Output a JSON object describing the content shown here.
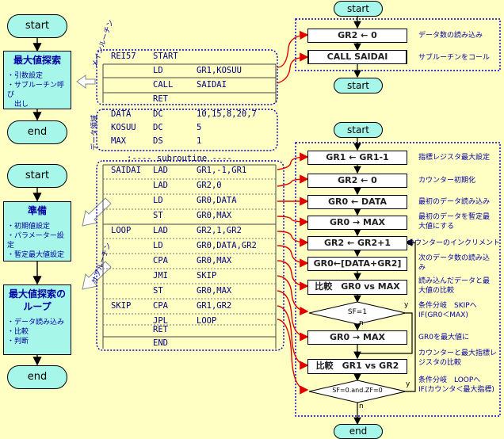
{
  "left_flow": {
    "start1": "start",
    "box1_title": "最大値探索",
    "box1_items": [
      "・引数設定",
      "・サブルーチン呼び",
      "　出し"
    ],
    "end1": "end",
    "start2": "start",
    "box2_title": "準備",
    "box2_items": [
      "・初期値設定",
      "・パラメーター設定",
      "・暫定最大値設定"
    ],
    "box3_title": [
      "最大値探索の",
      "ループ"
    ],
    "box3_items": [
      "・データ読み込み",
      "・比較",
      "・判断"
    ],
    "end2": "end"
  },
  "side_labels": {
    "main": "メインルーチン",
    "data": "データ領域",
    "sub": "サブルーチン"
  },
  "code_main": [
    [
      "REI57",
      "START",
      ""
    ],
    [
      "",
      "LD",
      "GR1,KOSUU"
    ],
    [
      "",
      "CALL",
      "SAIDAI"
    ],
    [
      "",
      "RET",
      ""
    ]
  ],
  "code_data": [
    [
      "DATA",
      "DC",
      "10,15,8,20,7"
    ],
    [
      "KOSUU",
      "DC",
      "5"
    ],
    [
      "MAX",
      "DS",
      "1"
    ]
  ],
  "sub_header": ";---- subroutine ----",
  "code_sub": [
    [
      "SAIDAI",
      "LAD",
      "GR1,-1,GR1"
    ],
    [
      "",
      "LAD",
      "GR2,0"
    ],
    [
      "",
      "LD",
      "GR0,DATA"
    ],
    [
      "",
      "ST",
      "GR0,MAX"
    ],
    [
      "LOOP",
      "LAD",
      "GR2,1,GR2"
    ],
    [
      "",
      "LD",
      "GR0,DATA,GR2"
    ],
    [
      "",
      "CPA",
      "GR0,MAX"
    ],
    [
      "",
      "JMI",
      "SKIP"
    ],
    [
      "",
      "ST",
      "GR0,MAX"
    ],
    [
      "SKIP",
      "CPA",
      "GR1,GR2"
    ],
    [
      "",
      "JPL",
      "LOOP"
    ],
    [
      "",
      "RET",
      ""
    ],
    [
      "",
      "END",
      ""
    ]
  ],
  "right_flow_top": {
    "start": "start",
    "p1": "GR2 ← 0",
    "p1_note": "データ数の読み込み",
    "p2": "CALL SAIDAI",
    "p2_note": "サブルーチンをコール",
    "end": "start"
  },
  "right_flow_sub": {
    "start": "start",
    "steps": [
      {
        "label": "GR1 ← GR1-1",
        "note": [
          "指標レジスタ最大設定"
        ]
      },
      {
        "label": "GR2 ← 0",
        "note": [
          "カウンター初期化"
        ]
      },
      {
        "label": "GR0 ← DATA",
        "note": [
          "最初のデータ読み込み"
        ]
      },
      {
        "label": "GR0 → MAX",
        "note": [
          "最初のデータを暫定最",
          "大値にする"
        ]
      },
      {
        "label": "GR2 ← GR2+1",
        "note": [
          "カウンターのインクリメント"
        ]
      },
      {
        "label": "GR0←[DATA+GR2]",
        "note": [
          "次のデータ数の読み込",
          "み"
        ]
      },
      {
        "label": "比較　GR0 vs MAX",
        "note": [
          "読み込んだデータと最",
          "大値の比較"
        ]
      }
    ],
    "d1": "SF=1",
    "d1_note": [
      "条件分岐　SKIPへ",
      "IF(GR0＜MAX)"
    ],
    "p_store": "GR0 → MAX",
    "p_store_note": [
      "GR0を最大値に"
    ],
    "p_cmp2": "比較　GR1 vs GR2",
    "p_cmp2_note": [
      "カウンターと最大指標レ",
      "ジスタの比較"
    ],
    "d2": "SF=0.and.ZF=0",
    "d2_note": [
      "条件分岐　LOOPへ",
      "IF(カウンタ＜最大指標)"
    ],
    "yes": "y",
    "no": "n",
    "end": "end"
  },
  "colors": {
    "bg": "#ffffc4",
    "box": "#a6f6e9",
    "arrow": "#e00000",
    "dotted": "#0000c0",
    "text": "#0000a0"
  }
}
